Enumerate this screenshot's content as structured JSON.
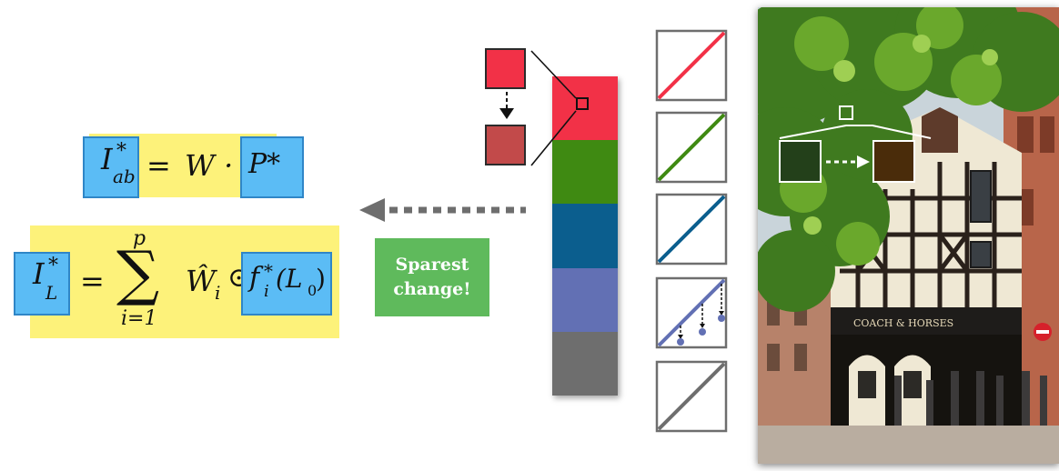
{
  "equations": {
    "eq1": {
      "lhs_base": "I",
      "lhs_sup": "*",
      "lhs_sub": "ab",
      "equals": "=",
      "middle": "W ·",
      "rhs": "P*"
    },
    "eq2": {
      "lhs_base": "I",
      "lhs_sup": "*",
      "lhs_sub": "L",
      "equals": "=",
      "sum_symbol": "∑",
      "sum_upper": "p",
      "sum_lower": "i=1",
      "weight": "Ŵ",
      "weight_sub": "i",
      "odot": "⊙",
      "func": "f",
      "func_sup": "*",
      "func_sub": "i",
      "func_arg": "(L",
      "func_arg_sub": "0",
      "func_close": ")"
    }
  },
  "badge": {
    "line1": "Sparest",
    "line2": "change!"
  },
  "palette": {
    "colors": [
      "#f23147",
      "#3f8a12",
      "#0b5e8e",
      "#6270b4",
      "#6e6e6e"
    ],
    "swatch_before": "#f23147",
    "swatch_after": "#c24a4a"
  },
  "curves": {
    "line_colors": [
      "#f23147",
      "#3f8a12",
      "#0b5e8e",
      "#6270b4",
      "#6e6e6e"
    ],
    "frame_color": "#6e6e6e",
    "point_color": "#6270b4"
  },
  "photo": {
    "sign_text": "COACH & HORSES",
    "swatch_before": "#23401a",
    "swatch_after": "#4a2c0a"
  },
  "icons": {
    "arrow_left": "dotted-arrow-left-icon",
    "arrow_down": "dotted-arrow-down-icon",
    "arrow_right": "dotted-arrow-right-icon"
  }
}
